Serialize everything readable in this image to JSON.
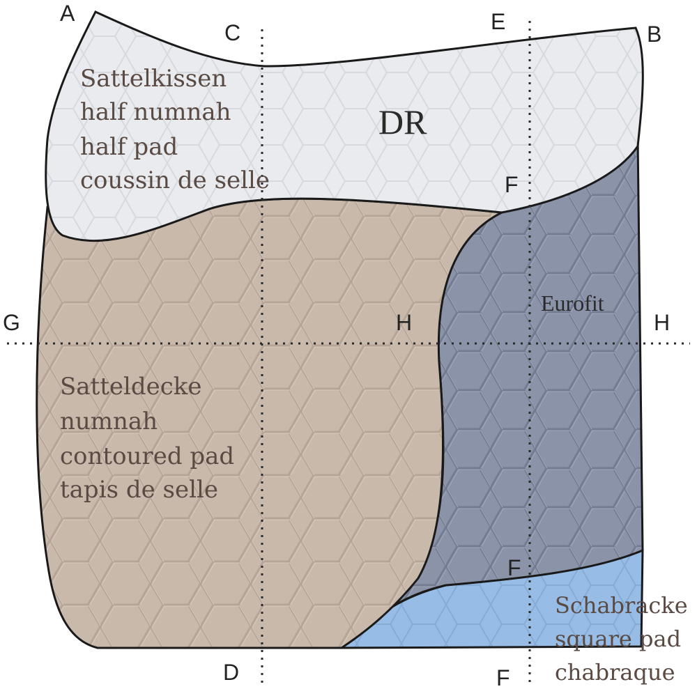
{
  "colors": {
    "white_pad": "#e9ebee",
    "contoured_pad": "#c9b9ab",
    "eurofit_pad": "#8a93a8",
    "square_pad": "#97bde6",
    "outline": "#1a1a1a",
    "guide_line": "#2a2a2a"
  },
  "points": {
    "a": "A",
    "b": "B",
    "c": "C",
    "d": "D",
    "e": "E",
    "f_upper": "F",
    "f_lower": "F",
    "f_bottom": "F",
    "g": "G",
    "h_mid": "H",
    "h_right": "H"
  },
  "regions": {
    "dr_label": "DR",
    "half_pad": [
      "Sattelkissen",
      "half numnah",
      "half pad",
      "coussin de selle"
    ],
    "contoured_pad": [
      "Satteldecke",
      "numnah",
      "contoured pad",
      "tapis de selle"
    ],
    "eurofit": "Eurofit",
    "square_pad": [
      "Schabracke",
      "square pad",
      "chabraque"
    ]
  }
}
